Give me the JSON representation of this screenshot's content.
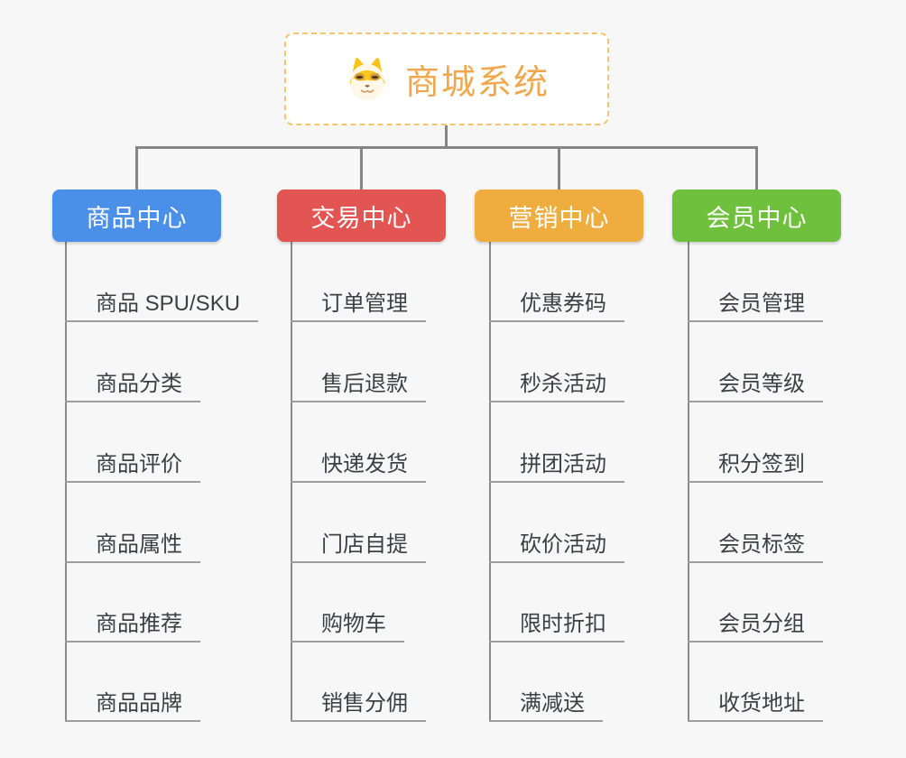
{
  "root": {
    "title": "商城系统",
    "icon": "shiba-dog-icon"
  },
  "colors": {
    "page_background": "#f7f7f7",
    "root_border": "#f6c46a",
    "root_title": "#f0a84e",
    "connector_line": "#858585",
    "leaf_underline": "#9e9e9e",
    "leaf_text": "#3c4045",
    "branch_text": "#ffffff"
  },
  "branches": [
    {
      "label": "商品中心",
      "color": "#4b90e8",
      "items": [
        "商品 SPU/SKU",
        "商品分类",
        "商品评价",
        "商品属性",
        "商品推荐",
        "商品品牌"
      ]
    },
    {
      "label": "交易中心",
      "color": "#e25553",
      "items": [
        "订单管理",
        "售后退款",
        "快递发货",
        "门店自提",
        "购物车",
        "销售分佣"
      ]
    },
    {
      "label": "营销中心",
      "color": "#efad40",
      "items": [
        "优惠券码",
        "秒杀活动",
        "拼团活动",
        "砍价活动",
        "限时折扣",
        "满减送"
      ]
    },
    {
      "label": "会员中心",
      "color": "#6fc13d",
      "items": [
        "会员管理",
        "会员等级",
        "积分签到",
        "会员标签",
        "会员分组",
        "收货地址"
      ]
    }
  ]
}
